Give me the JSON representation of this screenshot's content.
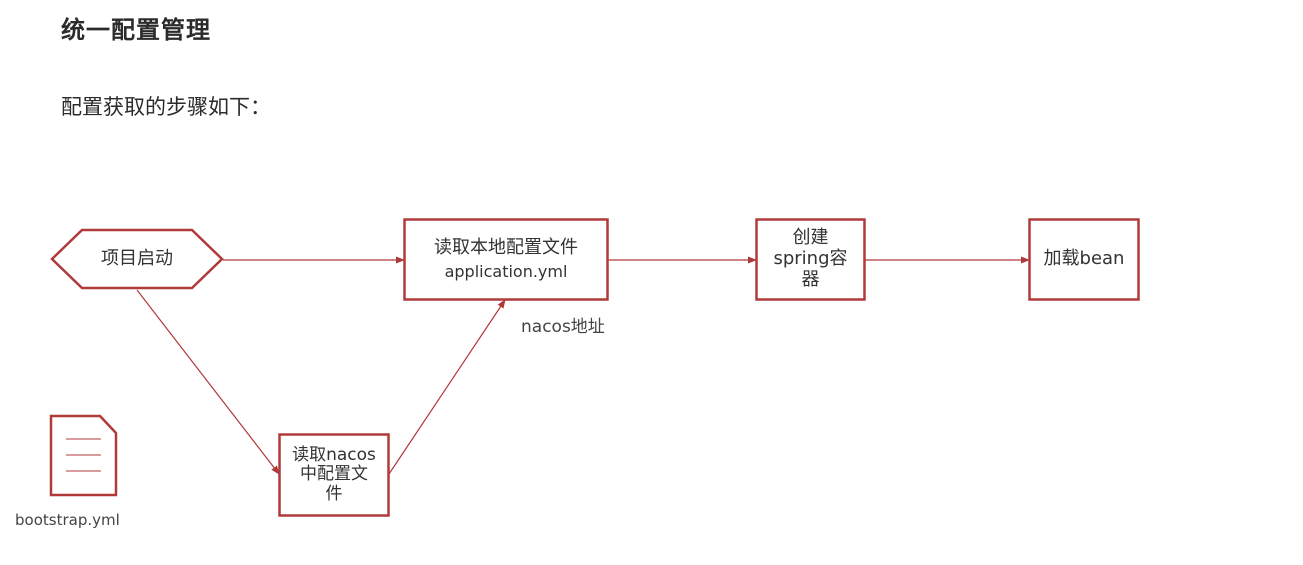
{
  "title": "统一配置管理",
  "subtitle": "配置获取的步骤如下：",
  "nodes": {
    "start": "项目启动",
    "read_local": {
      "line1": "读取本地配置文件",
      "line2": "application.yml"
    },
    "create_container": {
      "line1": "创建",
      "line2": "spring容",
      "line3": "器"
    },
    "load_bean": "加载bean",
    "read_nacos": {
      "line1": "读取nacos",
      "line2": "中配置文",
      "line3": "件"
    }
  },
  "labels": {
    "nacos_address": "nacos地址",
    "bootstrap_file": "bootstrap.yml"
  },
  "colors": {
    "accent": "#b03a3a",
    "text": "#333333"
  }
}
